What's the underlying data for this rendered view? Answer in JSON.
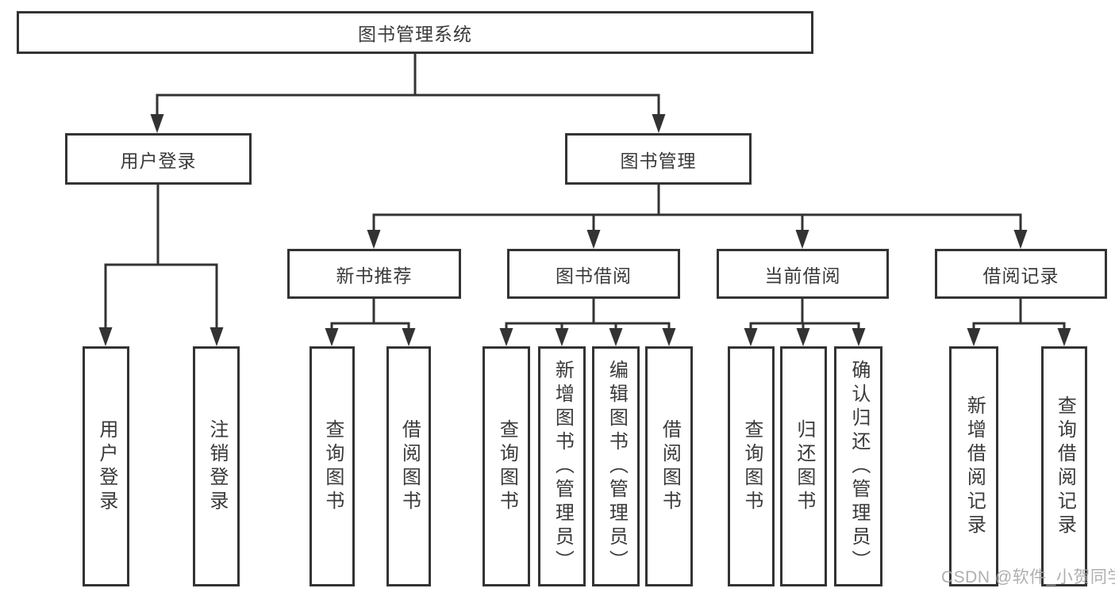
{
  "diagram": {
    "title": "图书管理系统",
    "level2": [
      {
        "id": "user-login",
        "label": "用户登录"
      },
      {
        "id": "book-management",
        "label": "图书管理"
      }
    ],
    "level3": [
      {
        "id": "new-book-recommend",
        "label": "新书推荐"
      },
      {
        "id": "book-borrowing",
        "label": "图书借阅"
      },
      {
        "id": "current-borrowing",
        "label": "当前借阅"
      },
      {
        "id": "borrowing-records",
        "label": "借阅记录"
      }
    ],
    "leaves": [
      {
        "parent": "用户登录",
        "label": "用户登录"
      },
      {
        "parent": "用户登录",
        "label": "注销登录"
      },
      {
        "parent": "新书推荐",
        "label": "查询图书"
      },
      {
        "parent": "新书推荐",
        "label": "借阅图书"
      },
      {
        "parent": "图书借阅",
        "label": "查询图书"
      },
      {
        "parent": "图书借阅",
        "label": "新增图书（管理员）"
      },
      {
        "parent": "图书借阅",
        "label": "编辑图书（管理员）"
      },
      {
        "parent": "图书借阅",
        "label": "借阅图书"
      },
      {
        "parent": "当前借阅",
        "label": "查询图书"
      },
      {
        "parent": "当前借阅",
        "label": "归还图书"
      },
      {
        "parent": "当前借阅",
        "label": "确认归还（管理员）"
      },
      {
        "parent": "借阅记录",
        "label": "新增借阅记录"
      },
      {
        "parent": "借阅记录",
        "label": "查询借阅记录"
      }
    ],
    "colors": {
      "line": "#333333",
      "border": "#333333",
      "text": "#3a3a3a",
      "background": "#ffffff"
    }
  },
  "watermark": {
    "text": "CSDN @软件_小贺同学"
  }
}
